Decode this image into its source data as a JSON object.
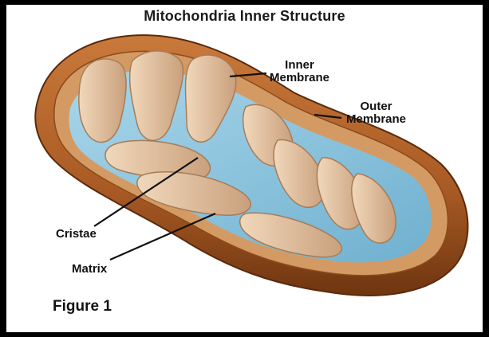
{
  "title": "Mitochondria Inner Structure",
  "labels": {
    "inner_membrane_line1": "Inner",
    "inner_membrane_line2": "Membrane",
    "outer_membrane_line1": "Outer",
    "outer_membrane_line2": "Membrane",
    "cristae": "Cristae",
    "matrix": "Matrix"
  },
  "caption": "Figure 1",
  "colors": {
    "outer_membrane": "#b8692e",
    "outer_membrane_dark": "#7a3e16",
    "inner_membrane": "#e8c9a6",
    "matrix": "#8ec5de"
  }
}
